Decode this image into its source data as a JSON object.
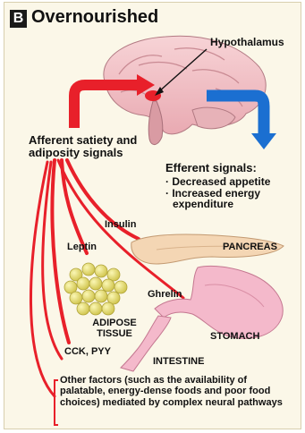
{
  "panel": {
    "letter": "B",
    "title": "Overnourished"
  },
  "labels": {
    "hypothalamus": "Hypothalamus",
    "afferent": "Afferent satiety and adiposity signals",
    "efferent_heading": "Efferent signals:",
    "efferent_items": [
      "Decreased appetite",
      "Increased energy",
      "expenditure"
    ],
    "insulin": "Insulin",
    "pancreas": "PANCREAS",
    "leptin": "Leptin",
    "ghrelin": "Ghrelin",
    "adipose_tissue": "ADIPOSE TISSUE",
    "stomach": "STOMACH",
    "cck_pyy": "CCK, PYY",
    "intestine": "INTESTINE",
    "other_factors": "Other factors (such as the availability of palatable, energy-dense foods and poor food choices) mediated by complex neural pathways"
  },
  "colors": {
    "background": "#fbf7e8",
    "afferent_red": "#e8202a",
    "efferent_blue": "#1b6fd1",
    "brain_pink": "#f2c2c7",
    "organ_pink": "#f4b9cb",
    "pancreas_tan": "#f4d6b4",
    "adipose_yellow": "#e8e07a"
  }
}
